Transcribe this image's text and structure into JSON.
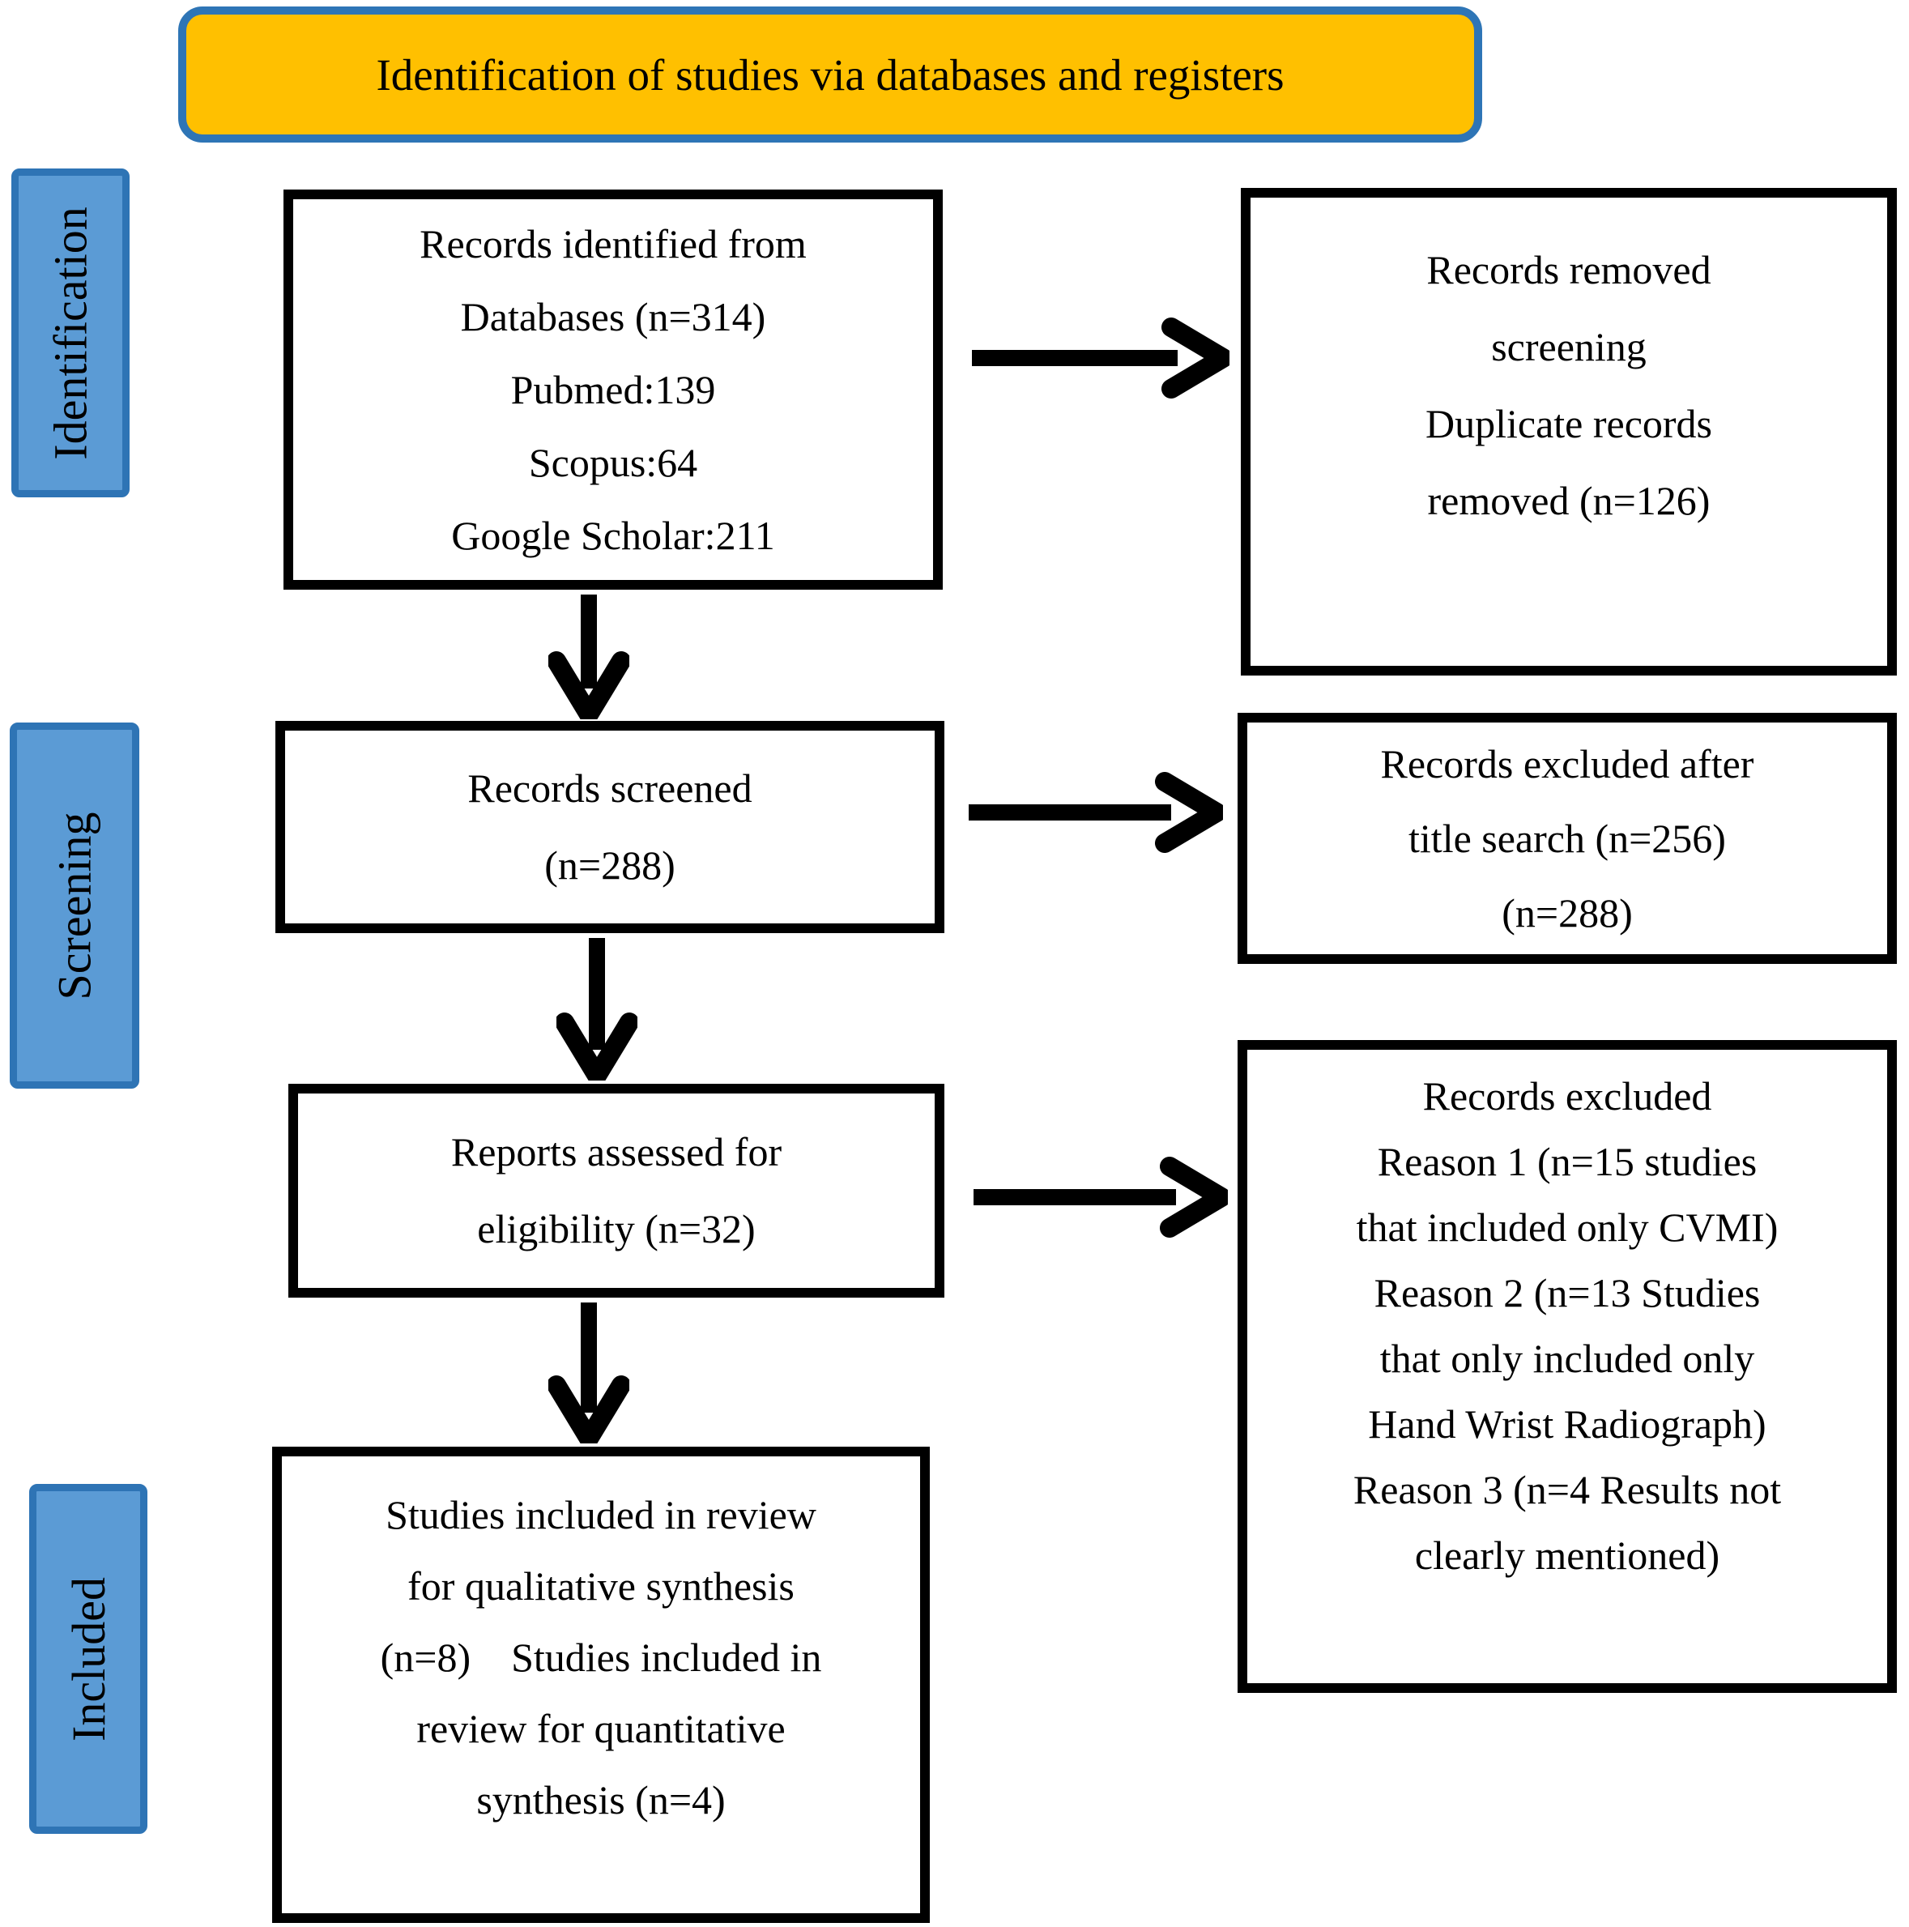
{
  "title": {
    "label": "Identification of studies via databases and registers"
  },
  "stages": [
    {
      "id": "identification",
      "label": "Identification"
    },
    {
      "id": "screening",
      "label": "Screening"
    },
    {
      "id": "included",
      "label": "Included"
    }
  ],
  "boxes": {
    "records_identified": {
      "text": "Records identified from\nDatabases (n=314)\nPubmed:139\nScopus:64\nGoogle Scholar:211"
    },
    "records_removed": {
      "text": "Records removed\nscreening\nDuplicate records\nremoved (n=126)"
    },
    "records_screened": {
      "text": "Records screened\n(n=288)"
    },
    "records_excluded_title_search": {
      "text": "Records excluded after\ntitle search (n=256)\n(n=288)"
    },
    "reports_assessed": {
      "text": "Reports assessed for\neligibility (n=32)"
    },
    "records_excluded_reasons": {
      "text": "Records excluded\nReason 1 (n=15 studies\nthat included only CVMI)\nReason 2 (n=13 Studies\nthat only included only\nHand Wrist Radiograph)\nReason 3 (n=4 Results not\nclearly mentioned)"
    },
    "studies_included": {
      "text": "Studies included in review\nfor qualitative synthesis\n(n=8)    Studies included in\nreview for quantitative\nsynthesis (n=4)"
    }
  },
  "icons": {
    "arrow_right": "arrow-right-icon",
    "arrow_down": "arrow-down-icon"
  },
  "colors": {
    "stage_fill": "#5B9BD5",
    "stage_border": "#2E74B5",
    "title_fill": "#FFC000",
    "title_border": "#2E75B6",
    "box_border": "#000000",
    "arrow": "#000000"
  }
}
